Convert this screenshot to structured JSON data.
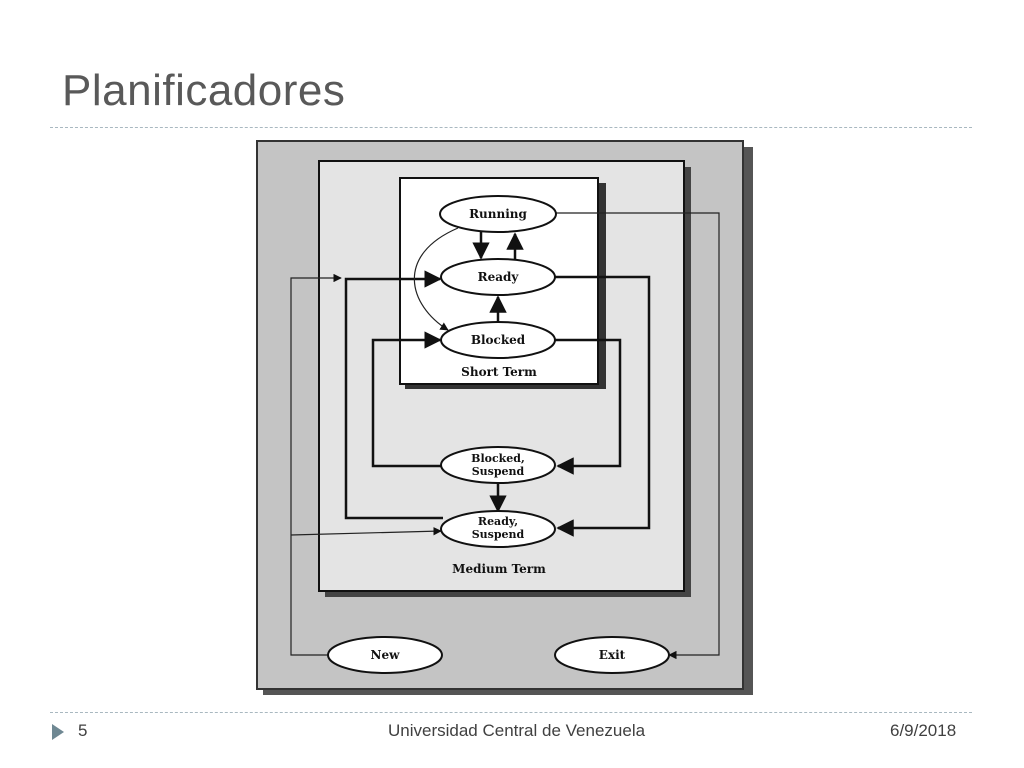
{
  "slide": {
    "title": "Planificadores",
    "page_number": "5",
    "organization": "Universidad Central de Venezuela",
    "date": "6/9/2018"
  },
  "diagram": {
    "levels": {
      "short_term": "Short Term",
      "medium_term": "Medium Term"
    },
    "states": {
      "running": "Running",
      "ready": "Ready",
      "blocked": "Blocked",
      "blocked_suspend_line1": "Blocked,",
      "blocked_suspend_line2": "Suspend",
      "ready_suspend_line1": "Ready,",
      "ready_suspend_line2": "Suspend",
      "new": "New",
      "exit": "Exit"
    }
  },
  "colors": {
    "outer_panel": "#c4c4c4",
    "medium_panel": "#e4e4e4",
    "short_panel": "#ffffff",
    "title_text": "#595959",
    "rule": "#a9b8c0"
  }
}
